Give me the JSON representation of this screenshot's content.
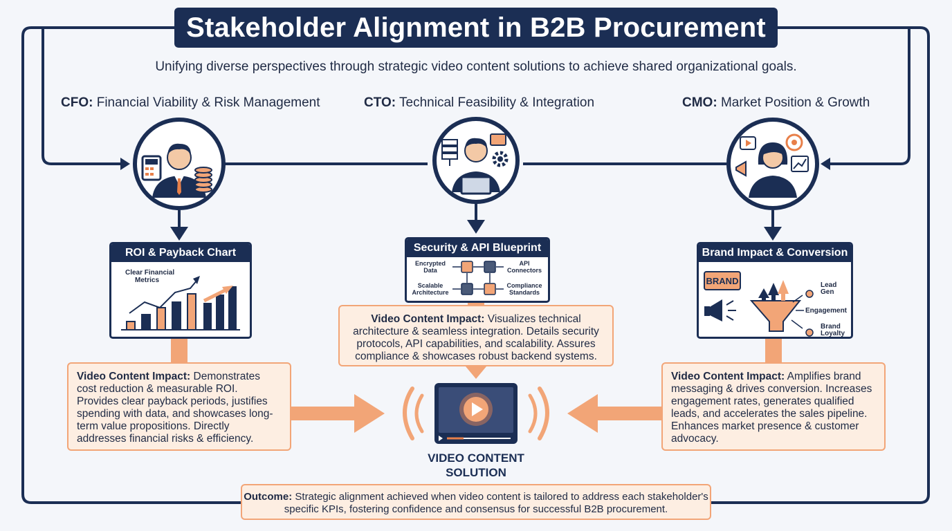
{
  "title": "Stakeholder Alignment in B2B Procurement",
  "subtitle": "Unifying diverse perspectives through strategic video content solutions to achieve shared organizational goals.",
  "stakeholders": [
    {
      "role": "CFO:",
      "focus": "Financial Viability & Risk Management",
      "card_title": "ROI & Payback Chart",
      "card_labels": [
        "Clear Financial",
        "Metrics"
      ],
      "impact_label": "Video Content Impact:",
      "impact_text": "Demonstrates cost reduction & measurable ROI. Provides clear payback periods, justifies spending with data, and showcases long-term value propositions. Directly addresses financial risks & efficiency."
    },
    {
      "role": "CTO:",
      "focus": "Technical Feasibility & Integration",
      "card_title": "Security & API Blueprint",
      "card_labels": [
        "Encrypted",
        "Data",
        "API",
        "Connectors",
        "Scalable",
        "Architecture",
        "Compliance",
        "Standards"
      ],
      "impact_label": "Video Content Impact:",
      "impact_text": "Visualizes technical architecture & seamless integration. Details security protocols, API capabilities, and scalability. Assures compliance & showcases robust backend systems."
    },
    {
      "role": "CMO:",
      "focus": "Market Position & Growth",
      "card_title": "Brand Impact & Conversion",
      "card_labels": [
        "BRAND",
        "Lead",
        "Gen",
        "Engagement",
        "Brand",
        "Loyalty"
      ],
      "impact_label": "Video Content Impact:",
      "impact_text": "Amplifies brand messaging & drives conversion. Increases engagement rates, generates qualified leads, and accelerates the sales pipeline. Enhances market presence & customer advocacy."
    }
  ],
  "center": {
    "label_line1": "VIDEO CONTENT",
    "label_line2": "SOLUTION"
  },
  "outcome": {
    "label": "Outcome:",
    "text": "Strategic alignment achieved when video content is tailored to address each stakeholder's specific KPIs, fostering confidence and consensus for successful B2B procurement."
  },
  "colors": {
    "navy": "#1b2e54",
    "orange": "#f2a577",
    "orange_dark": "#e8804a",
    "impact_bg": "#fdeee2"
  }
}
